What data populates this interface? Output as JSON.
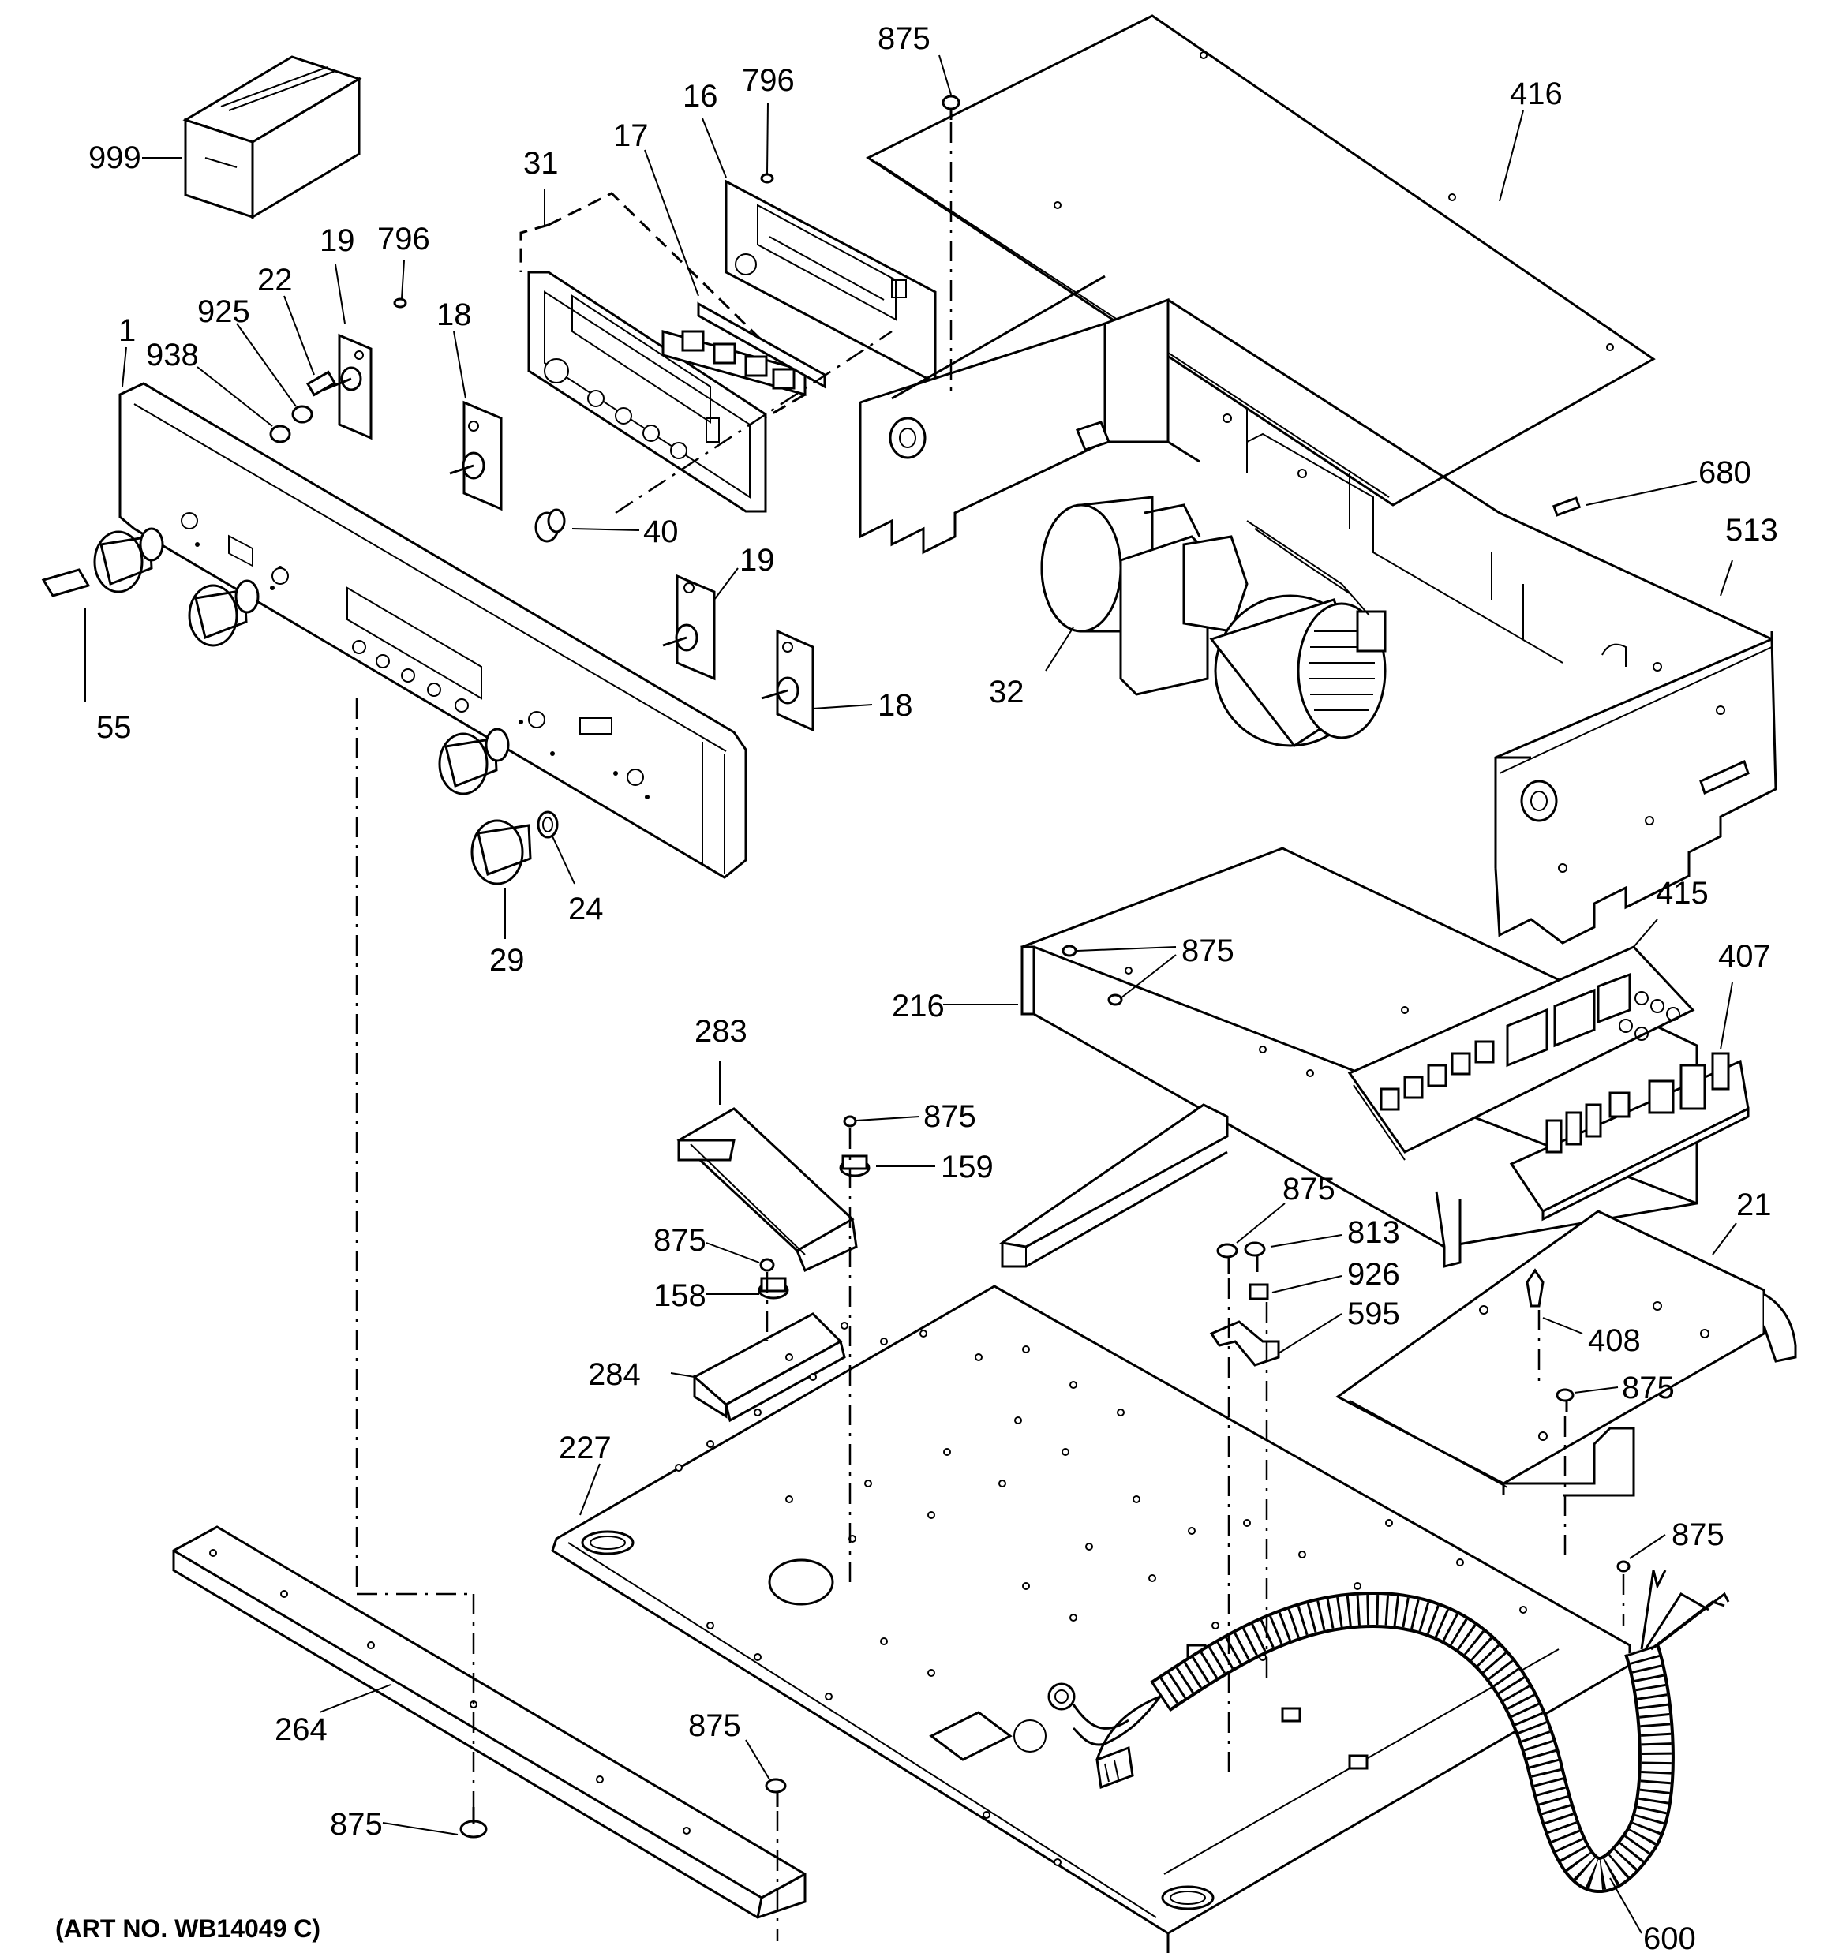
{
  "diagram": {
    "art_number": "(ART NO. WB14049 C)",
    "callouts": [
      {
        "id": "c-999",
        "text": "999"
      },
      {
        "id": "c-1",
        "text": "1"
      },
      {
        "id": "c-938",
        "text": "938"
      },
      {
        "id": "c-925",
        "text": "925"
      },
      {
        "id": "c-22",
        "text": "22"
      },
      {
        "id": "c-19a",
        "text": "19"
      },
      {
        "id": "c-796a",
        "text": "796"
      },
      {
        "id": "c-18a",
        "text": "18"
      },
      {
        "id": "c-31",
        "text": "31"
      },
      {
        "id": "c-17",
        "text": "17"
      },
      {
        "id": "c-16",
        "text": "16"
      },
      {
        "id": "c-796b",
        "text": "796"
      },
      {
        "id": "c-875a",
        "text": "875"
      },
      {
        "id": "c-416",
        "text": "416"
      },
      {
        "id": "c-680",
        "text": "680"
      },
      {
        "id": "c-513",
        "text": "513"
      },
      {
        "id": "c-40",
        "text": "40"
      },
      {
        "id": "c-19b",
        "text": "19"
      },
      {
        "id": "c-18b",
        "text": "18"
      },
      {
        "id": "c-32",
        "text": "32"
      },
      {
        "id": "c-55",
        "text": "55"
      },
      {
        "id": "c-24",
        "text": "24"
      },
      {
        "id": "c-29",
        "text": "29"
      },
      {
        "id": "c-415",
        "text": "415"
      },
      {
        "id": "c-407",
        "text": "407"
      },
      {
        "id": "c-875b",
        "text": "875"
      },
      {
        "id": "c-216",
        "text": "216"
      },
      {
        "id": "c-283",
        "text": "283"
      },
      {
        "id": "c-875c",
        "text": "875"
      },
      {
        "id": "c-159",
        "text": "159"
      },
      {
        "id": "c-875d",
        "text": "875"
      },
      {
        "id": "c-813",
        "text": "813"
      },
      {
        "id": "c-21",
        "text": "21"
      },
      {
        "id": "c-875e",
        "text": "875"
      },
      {
        "id": "c-158",
        "text": "158"
      },
      {
        "id": "c-926",
        "text": "926"
      },
      {
        "id": "c-595",
        "text": "595"
      },
      {
        "id": "c-408",
        "text": "408"
      },
      {
        "id": "c-284",
        "text": "284"
      },
      {
        "id": "c-875f",
        "text": "875"
      },
      {
        "id": "c-227",
        "text": "227"
      },
      {
        "id": "c-875g",
        "text": "875"
      },
      {
        "id": "c-264",
        "text": "264"
      },
      {
        "id": "c-875h",
        "text": "875"
      },
      {
        "id": "c-875i",
        "text": "875"
      },
      {
        "id": "c-600",
        "text": "600"
      }
    ]
  }
}
